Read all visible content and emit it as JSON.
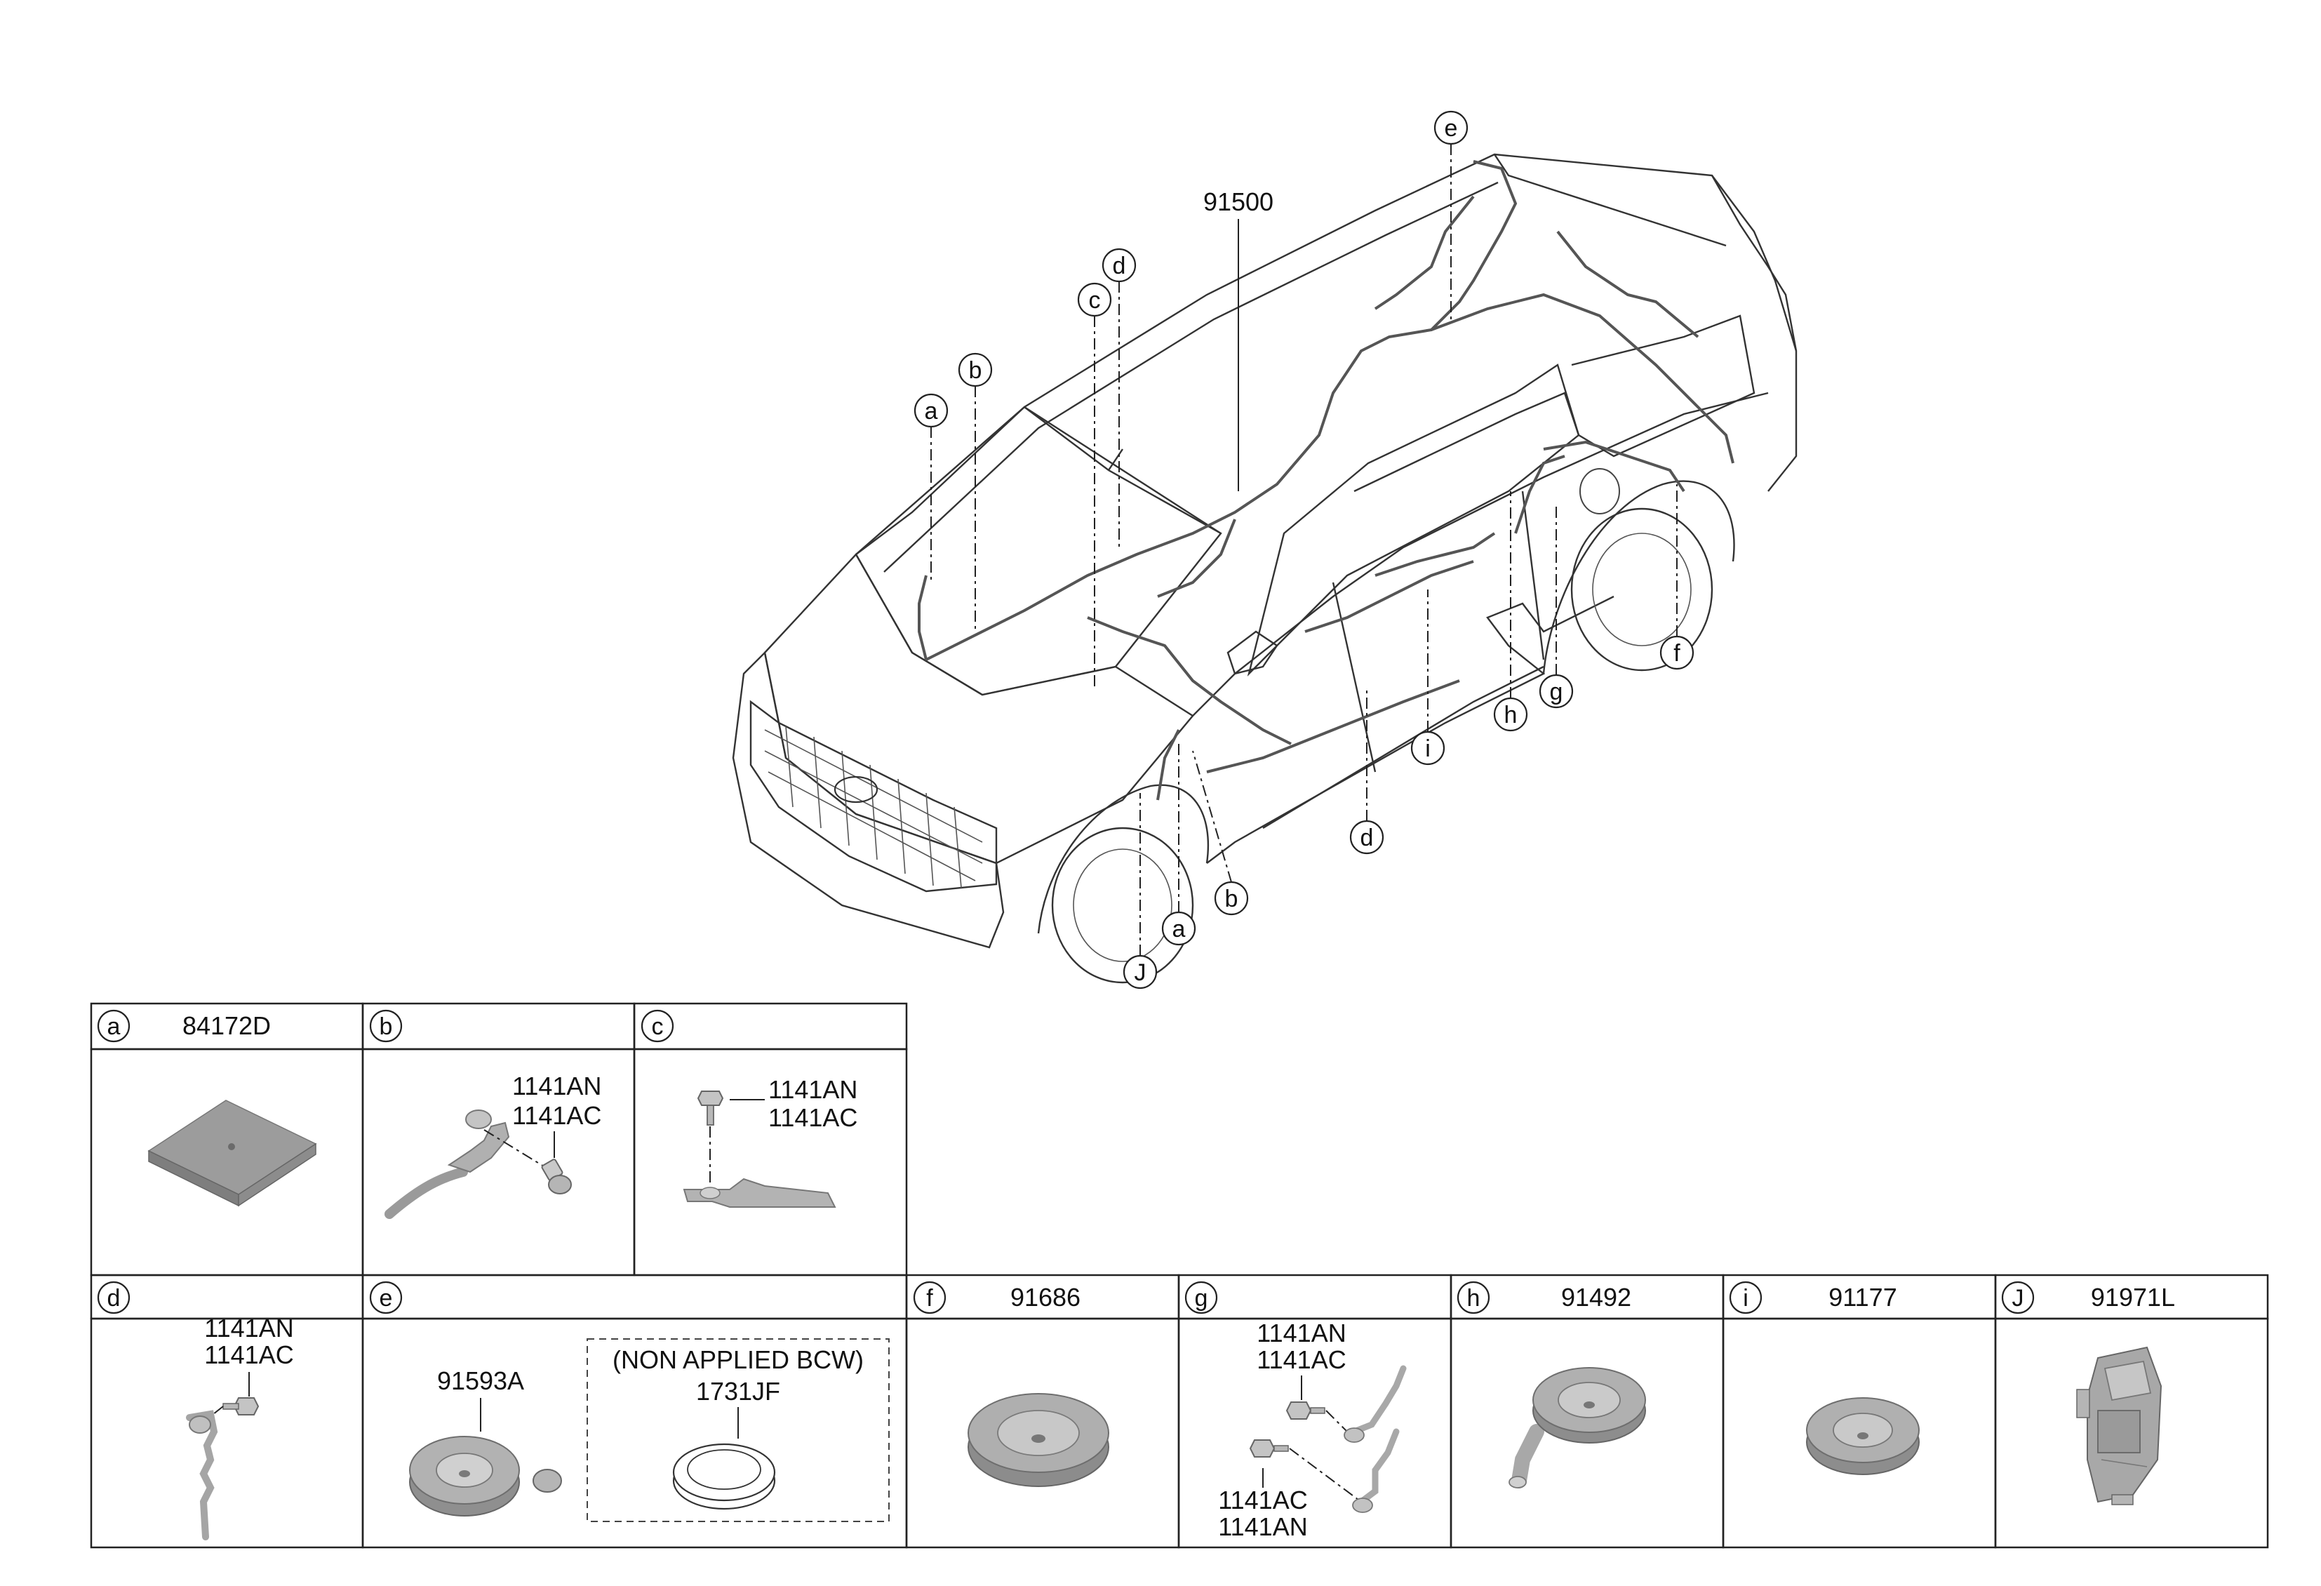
{
  "main_part_number": "91500",
  "callouts": {
    "a": "a",
    "b": "b",
    "c": "c",
    "d": "d",
    "e": "e",
    "f": "f",
    "g": "g",
    "h": "h",
    "i": "i",
    "J": "J"
  },
  "cells": {
    "a": {
      "letter": "a",
      "part": "84172D"
    },
    "b": {
      "letter": "b",
      "parts": [
        "1141AN",
        "1141AC"
      ]
    },
    "c": {
      "letter": "c",
      "parts": [
        "1141AN",
        "1141AC"
      ]
    },
    "d": {
      "letter": "d",
      "parts": [
        "1141AN",
        "1141AC"
      ]
    },
    "e": {
      "letter": "e",
      "part": "91593A",
      "note": "(NON APPLIED BCW)",
      "alt_part": "1731JF"
    },
    "f": {
      "letter": "f",
      "part": "91686"
    },
    "g": {
      "letter": "g",
      "parts_top": [
        "1141AN",
        "1141AC"
      ],
      "parts_bottom": [
        "1141AC",
        "1141AN"
      ]
    },
    "h": {
      "letter": "h",
      "part": "91492"
    },
    "i": {
      "letter": "i",
      "part": "91177"
    },
    "J": {
      "letter": "J",
      "part": "91971L"
    }
  },
  "colors": {
    "line": "#222222",
    "part_fill": "#a9a9a9",
    "wire": "#555555"
  }
}
